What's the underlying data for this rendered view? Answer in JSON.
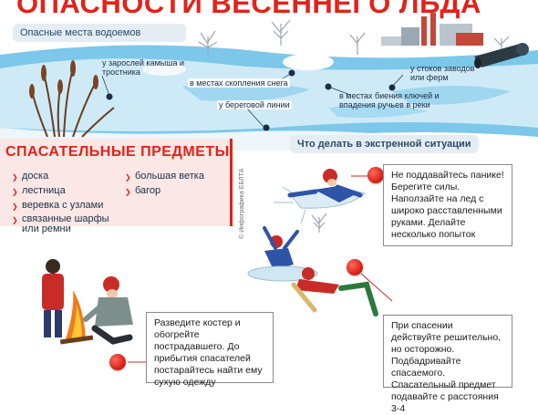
{
  "header": {
    "title": "ОПАСНОСТИ ВЕСЕННЕГО ЛЬДА",
    "section_label": "Опасные места водоемов"
  },
  "hazards": {
    "reeds": "у зарослей камыша и\nтростника",
    "snow": "в местах скопления снега",
    "factories": "у стоков заводов\nили ферм",
    "springs": "в местах биения ключей и\nвпадения ручьев в реки",
    "shore": "у береговой линии"
  },
  "emergency": {
    "label": "Что делать в экстренной ситуации"
  },
  "rescue": {
    "title": "СПАСАТЕЛЬНЫЕ ПРЕДМЕТЫ",
    "items_left": [
      "доска",
      "лестница",
      "веревка с узлами",
      "связанные шарфы\nили ремни"
    ],
    "items_right": [
      "большая ветка",
      "багор"
    ]
  },
  "tips": {
    "tip1": "Не поддавайтесь панике! Берегите силы. Наползайте на лед с широко расставленными руками. Делайте несколько попыток",
    "tip2": "Разведите костер и обогрейте пострадавшего. До прибытия спасателей постарайтесь найти ему сухую одежду",
    "tip3": "При спасении действуйте решительно, но осторожно. Подбадривайте спасаемого. Спасательный предмет подавайте с расстояния 3-4"
  },
  "credit": "© Инфографика ЕБЛТА",
  "colors": {
    "accent": "#e32219",
    "ice": "#bfe4f5",
    "water": "#6fbfe6",
    "label_bg": "#e4edf3"
  }
}
